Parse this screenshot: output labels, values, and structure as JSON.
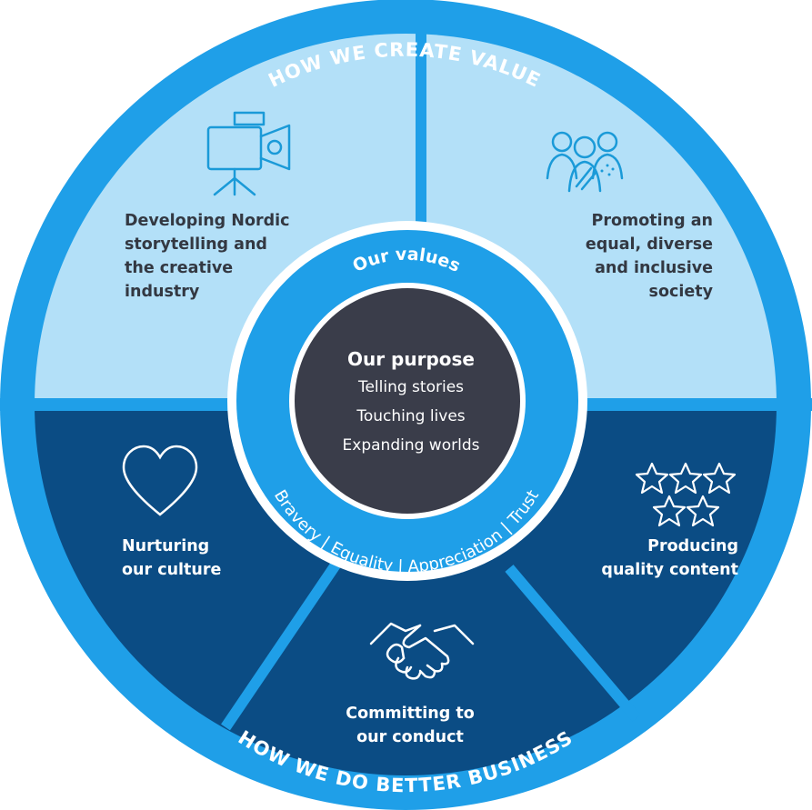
{
  "outer_labels": {
    "top": "HOW WE CREATE VALUE",
    "bottom": "HOW WE DO BETTER BUSINESS"
  },
  "values": {
    "title": "Our values",
    "list": "Bravery | Equality | Appreciation | Trust"
  },
  "purpose": {
    "title": "Our purpose",
    "lines": [
      "Telling stories",
      "Touching lives",
      "Expanding worlds"
    ]
  },
  "segments": [
    {
      "id": "storytelling",
      "icon": "video-camera-icon",
      "lines": [
        "Developing Nordic",
        "storytelling and",
        "the creative",
        "industry"
      ]
    },
    {
      "id": "diversity",
      "icon": "diverse-people-icon",
      "lines": [
        "Promoting an",
        "equal, diverse",
        "and inclusive",
        "society"
      ]
    },
    {
      "id": "culture",
      "icon": "heart-icon",
      "lines": [
        "Nurturing",
        "our culture"
      ]
    },
    {
      "id": "conduct",
      "icon": "handshake-icon",
      "lines": [
        "Committing to",
        "our conduct"
      ]
    },
    {
      "id": "quality",
      "icon": "stars-icon",
      "lines": [
        "Producing",
        "quality content"
      ]
    }
  ],
  "colors": {
    "outer_ring": "#1f9fe8",
    "upper_segments": "#b3e0f8",
    "lower_segments": "#0b4c84",
    "center": "#3a3d4a",
    "dark_text": "#333842"
  }
}
